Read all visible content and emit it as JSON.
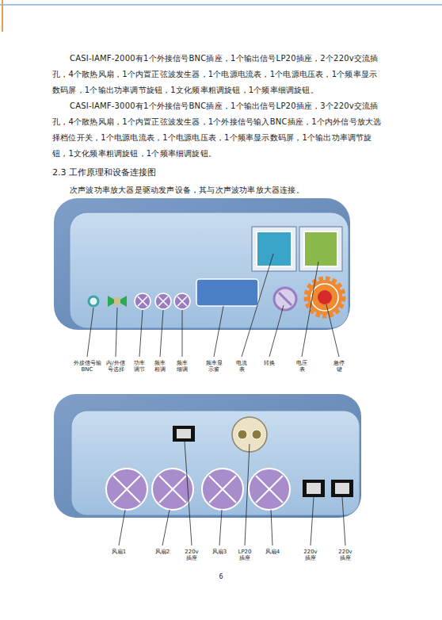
{
  "diagram": {
    "title": "2.3 工作原理和设备连接图",
    "labels": [
      "CASI-IAMF-2000有1个外接信号BNC插座，1个输出信号LP20插座，2个220v交流插孔，4个散热风扇，1个内置正弦波发生器，1个电源电流表，1个电源电压表，1个频率显示数码屏，1个输出功率调节旋钮，1文化频率粗调旋钮，1个频率细调旋钮。",
      "CASI-IAMF-3000有1个外接信号BNC插座，1个输出信号LP20插座，3个220v交流插孔，4个散热风扇，1个内置正弦波发生器，1个外接信号输入BNC插座，1个内外信号放大选择档位开关，1个电源电流表，1个电源电压表，1个频率显示数码屏，1个输出功率调节旋钮，1文化频率粗调旋钮，1个频率细调旋钮。",
      "次声波功率放大器是驱动发声设备，其与次声波功率放大器连接。",
      "外接信号输 BNC",
      "内/外信号选择",
      "功率调节",
      "频率粗调",
      "频率细调",
      "频率显示窗",
      "电流表",
      "转换",
      "电压表",
      "急停键",
      "风扇1",
      "风扇2",
      "220v插座",
      "风扇3",
      "LP20插座",
      "风扇4",
      "220v插座",
      "220v插座",
      "6"
    ]
  }
}
